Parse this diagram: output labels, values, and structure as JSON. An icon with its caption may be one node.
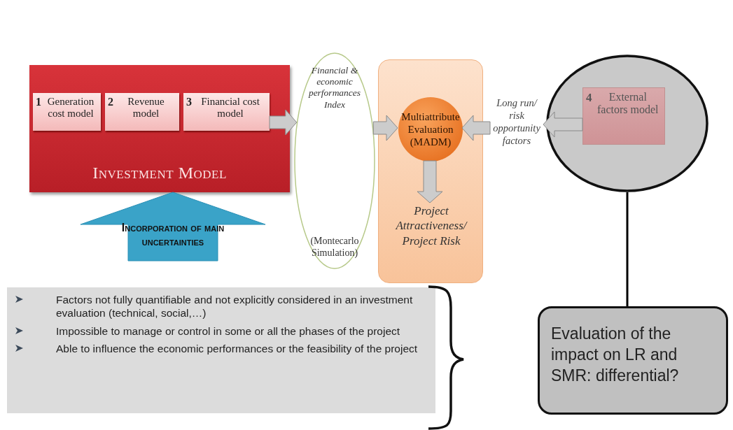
{
  "diagram": {
    "nodes": [
      {
        "text": [
          "Investment Model"
        ]
      },
      {
        "text": [
          "1",
          "Generation cost model"
        ],
        "in": 0
      },
      {
        "text": [
          "2",
          "Revenue model"
        ],
        "in": 0
      },
      {
        "text": [
          "3",
          "Financial cost model"
        ],
        "in": 0
      },
      {
        "text": [
          "Financial & economic performances Index",
          "(Montecarlo Simulation)"
        ]
      },
      {
        "text": [],
        "shape": "box"
      },
      {
        "text": [
          "Multiattribute Evaluation (MADM)"
        ],
        "in": 5
      },
      {
        "text": [
          "Project Attractiveness/ Project Risk"
        ],
        "in": 5
      },
      {
        "text": [],
        "shape": "circle"
      },
      {
        "text": [
          "4",
          "External factors model"
        ],
        "in": 8
      },
      {
        "text": [
          "Long run/ risk opportunity factors"
        ]
      },
      {
        "text": [
          "Factors not fully quantifiable and not explicitly considered in an investment evaluation (technical, social,…)",
          "Impossible to manage or control in some or all the phases of the project",
          "Able to influence the economic performances or the feasibility of the project"
        ]
      },
      {
        "text": [
          "Evaluation of the impact on LR and SMR: differential?"
        ]
      }
    ],
    "edges": [
      {
        "from": 3,
        "to": 4,
        "arrow": "to"
      },
      {
        "from": 4,
        "to": 6,
        "arrow": "to"
      },
      {
        "from": 6,
        "to": 7,
        "arrow": "to"
      },
      {
        "from": 9,
        "to": 10,
        "arrow": "to"
      },
      {
        "from": 10,
        "to": 6,
        "arrow": "to"
      },
      {
        "from": 8,
        "to": 12,
        "arrow": "none",
        "color": "#000000"
      },
      {
        "from": null,
        "to": 0,
        "arrow": "to",
        "label": "Incorporation of main uncertainties",
        "style": "thick",
        "color": "#3aa3c8"
      }
    ]
  }
}
